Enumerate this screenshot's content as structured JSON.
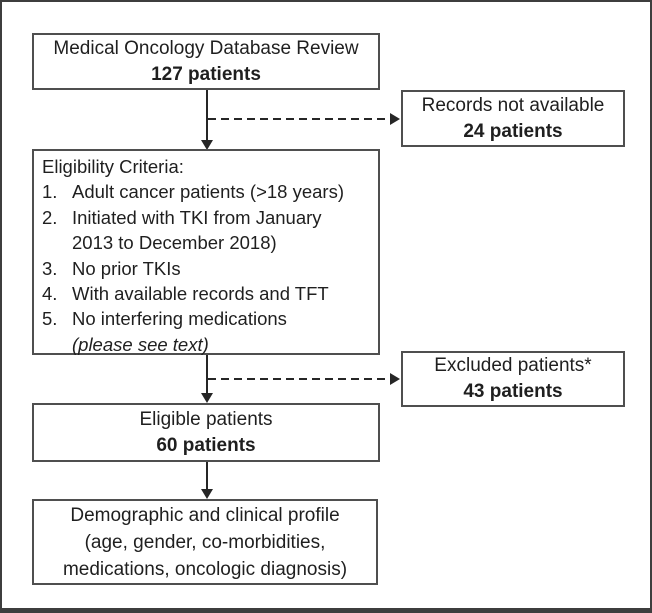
{
  "figure": {
    "boxes": {
      "database": {
        "title": "Medical Oncology Database Review",
        "count": "127 patients"
      },
      "records": {
        "title": "Records not available",
        "count": "24 patients"
      },
      "eligibility": {
        "heading": "Eligibility Criteria:",
        "items": [
          {
            "num": "1.",
            "text": "Adult cancer patients (>18 years)"
          },
          {
            "num": "2.",
            "text": "Initiated with TKI from January",
            "text2": "2013 to December 2018)"
          },
          {
            "num": "3.",
            "text": "No prior TKIs"
          },
          {
            "num": "4.",
            "text": "With available records and TFT"
          },
          {
            "num": "5.",
            "text": "No interfering medications",
            "note": "(please see text)"
          }
        ]
      },
      "excluded": {
        "title": "Excluded patients*",
        "count": "43 patients"
      },
      "eligible": {
        "title": "Eligible patients",
        "count": "60 patients"
      },
      "profile": {
        "line1": "Demographic and clinical profile",
        "line2": "(age, gender, co-morbidities,",
        "line3": "medications, oncologic diagnosis)"
      }
    },
    "colors": {
      "frame_border": "#3e3e3e",
      "box_border": "#4f4f4f",
      "text": "#1f1f1f",
      "arrow": "#262626",
      "background": "#ffffff"
    }
  }
}
